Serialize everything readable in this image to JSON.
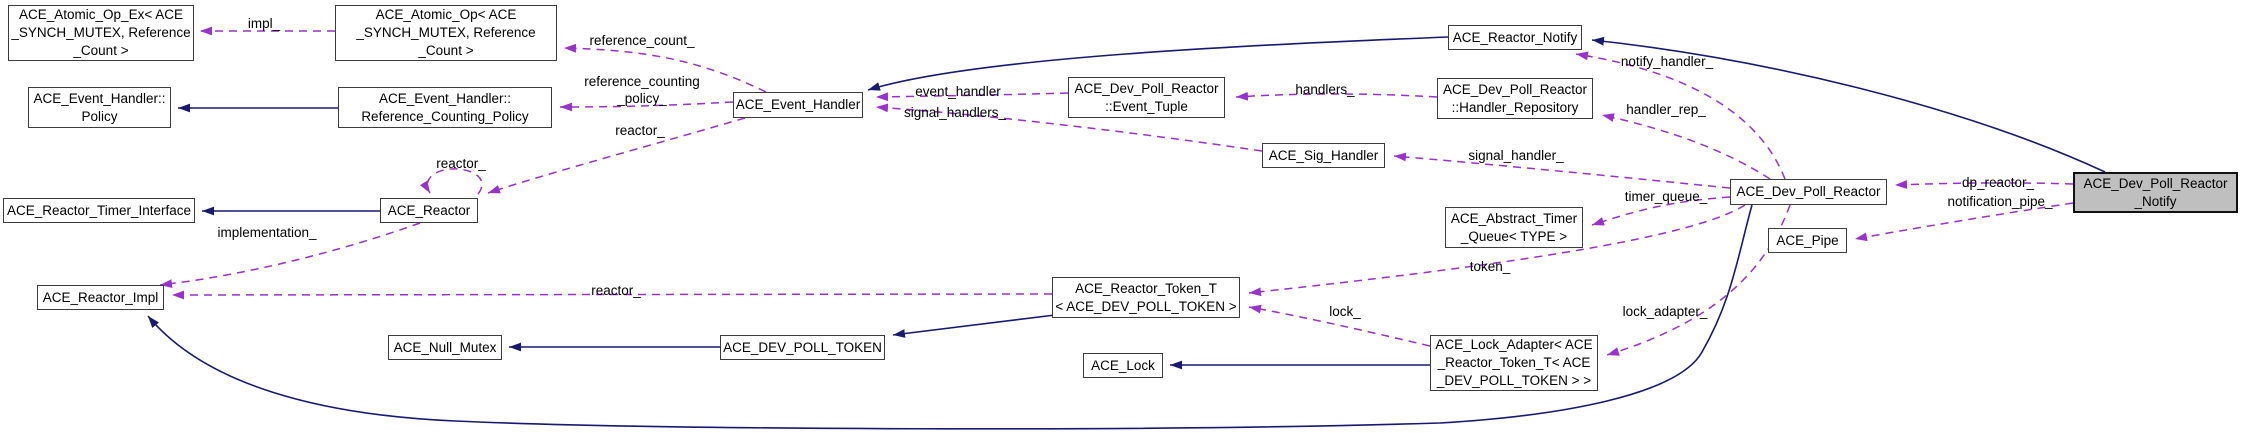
{
  "colors": {
    "inheritance_edge": "#191970",
    "usage_edge": "#9932cc",
    "node_border": "#3c3c3c",
    "node_bg": "#ffffff",
    "selected_node_bg": "#bfbfbf",
    "text": "#000000",
    "canvas_bg": "#ffffff"
  },
  "nodes": {
    "atomic_op_ex": {
      "label": "ACE_Atomic_Op_Ex< ACE\n_SYNCH_MUTEX, Reference\n_Count >"
    },
    "atomic_op": {
      "label": "ACE_Atomic_Op< ACE\n_SYNCH_MUTEX, Reference\n_Count >"
    },
    "eh_policy": {
      "label": "ACE_Event_Handler::\nPolicy"
    },
    "eh_ref_counting_policy": {
      "label": "ACE_Event_Handler::\nReference_Counting_Policy"
    },
    "event_handler": {
      "label": "ACE_Event_Handler"
    },
    "event_tuple": {
      "label": "ACE_Dev_Poll_Reactor\n::Event_Tuple"
    },
    "reactor_notify": {
      "label": "ACE_Reactor_Notify"
    },
    "handler_repository": {
      "label": "ACE_Dev_Poll_Reactor\n::Handler_Repository"
    },
    "sig_handler": {
      "label": "ACE_Sig_Handler"
    },
    "reactor_timer_interface": {
      "label": "ACE_Reactor_Timer_Interface"
    },
    "reactor": {
      "label": "ACE_Reactor"
    },
    "reactor_impl": {
      "label": "ACE_Reactor_Impl"
    },
    "null_mutex": {
      "label": "ACE_Null_Mutex"
    },
    "dev_poll_token": {
      "label": "ACE_DEV_POLL_TOKEN"
    },
    "reactor_token_t": {
      "label": "ACE_Reactor_Token_T\n< ACE_DEV_POLL_TOKEN >"
    },
    "lock": {
      "label": "ACE_Lock"
    },
    "lock_adapter": {
      "label": "ACE_Lock_Adapter< ACE\n_Reactor_Token_T< ACE\n_DEV_POLL_TOKEN > >"
    },
    "abstract_timer_queue": {
      "label": "ACE_Abstract_Timer\n_Queue< TYPE >"
    },
    "dev_poll_reactor": {
      "label": "ACE_Dev_Poll_Reactor"
    },
    "pipe": {
      "label": "ACE_Pipe"
    },
    "dev_poll_reactor_notify": {
      "label": "ACE_Dev_Poll_Reactor\n_Notify"
    }
  },
  "edge_labels": {
    "impl": {
      "text": "impl_"
    },
    "reference_count": {
      "text": "reference_count_"
    },
    "reference_counting_policy": {
      "text": "reference_counting\n_policy_"
    },
    "reactor_of_event_handler": {
      "text": "reactor_"
    },
    "event_handler": {
      "text": "event_handler"
    },
    "signal_handlers": {
      "text": "signal_handlers_"
    },
    "handlers": {
      "text": "handlers_"
    },
    "notify_handler": {
      "text": "notify_handler_"
    },
    "handler_rep": {
      "text": "handler_rep_"
    },
    "signal_handler": {
      "text": "signal_handler_"
    },
    "timer_queue": {
      "text": "timer_queue_"
    },
    "dp_reactor": {
      "text": "dp_reactor_"
    },
    "notification_pipe": {
      "text": "notification_pipe_"
    },
    "reactor_self": {
      "text": "reactor_"
    },
    "implementation": {
      "text": "implementation_"
    },
    "token": {
      "text": "token_"
    },
    "reactor_of_token": {
      "text": "reactor_"
    },
    "lock": {
      "text": "lock_"
    },
    "lock_adapter": {
      "text": "lock_adapter_"
    }
  }
}
